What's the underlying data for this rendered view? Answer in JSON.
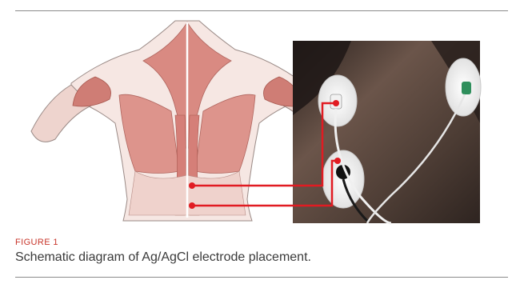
{
  "figure": {
    "label": "FIGURE 1",
    "caption": "Schematic diagram of Ag/AgCl electrode placement.",
    "colors": {
      "accent": "#c8362b",
      "marker_line": "#e11b22",
      "muscle": "#d98a82",
      "skin": "#4a3a33"
    },
    "panels": [
      {
        "kind": "illustration",
        "description_id": "back-muscle-anatomy"
      },
      {
        "kind": "photo",
        "description_id": "electrodes-on-back"
      }
    ]
  }
}
